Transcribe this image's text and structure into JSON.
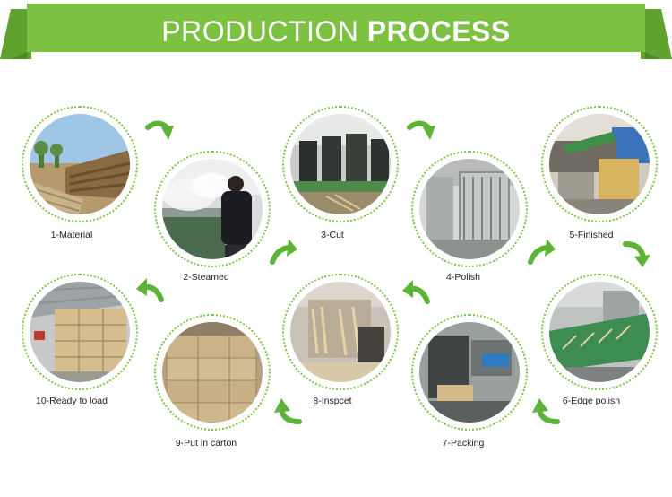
{
  "header": {
    "title_light": "PRODUCTION ",
    "title_bold": "PROCESS",
    "color": "#7cc142"
  },
  "steps": [
    {
      "label": "1-Material",
      "icon": "logs-photo"
    },
    {
      "label": "2-Steamed",
      "icon": "steam-worker-photo"
    },
    {
      "label": "3-Cut",
      "icon": "cutting-machines-photo"
    },
    {
      "label": "4-Polish",
      "icon": "polish-machine-photo"
    },
    {
      "label": "5-Finished",
      "icon": "finished-sticks-photo"
    },
    {
      "label": "6-Edge polish",
      "icon": "edge-polish-photo"
    },
    {
      "label": "7-Packing",
      "icon": "packing-machine-photo"
    },
    {
      "label": "8-Inspcet",
      "icon": "inspection-photo"
    },
    {
      "label": "9-Put in carton",
      "icon": "cartons-photo"
    },
    {
      "label": "10-Ready to load",
      "icon": "warehouse-photo"
    }
  ],
  "arrow_color": "#5cb335"
}
